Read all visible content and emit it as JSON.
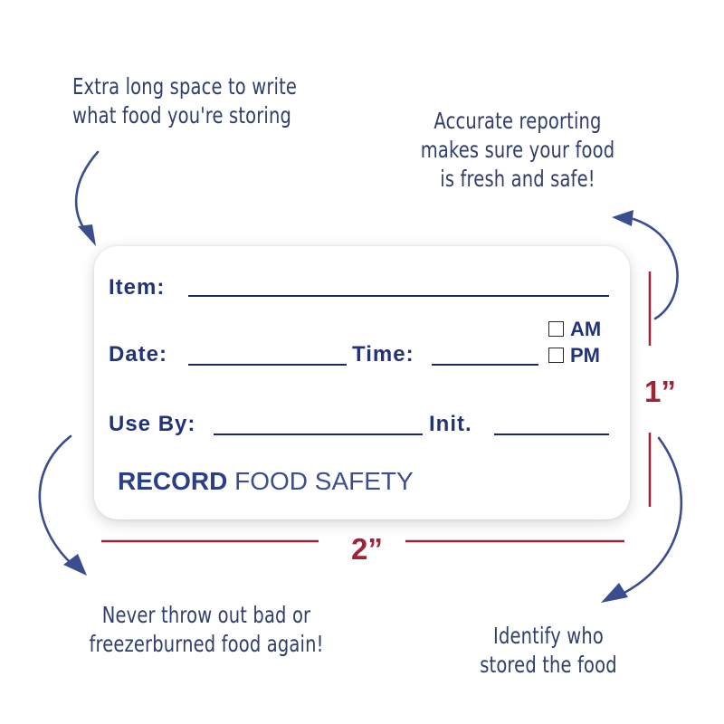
{
  "callouts": {
    "top_left": [
      "Extra long space to write",
      "what food you're storing"
    ],
    "top_right": [
      "Accurate reporting",
      "makes sure your food",
      "is fresh and safe!"
    ],
    "bottom_left": [
      "Never throw out bad or",
      "freezerburned food again!"
    ],
    "bottom_right": [
      "Identify who",
      "stored the food"
    ]
  },
  "label": {
    "item": "Item:",
    "date": "Date:",
    "time": "Time:",
    "am": "AM",
    "pm": "PM",
    "use_by": "Use By:",
    "init": "Init.",
    "brand_bold": "RECORD",
    "brand_rest": "FOOD SAFETY"
  },
  "dimensions": {
    "height": "1”",
    "width": "2”"
  },
  "colors": {
    "text_navy": "#223477",
    "callout_text": "#2f3f6b",
    "dimension_red": "#9e2438",
    "arrow_blue": "#3a4d8f"
  }
}
